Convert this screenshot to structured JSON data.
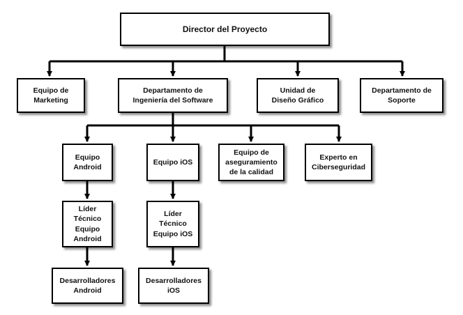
{
  "org_chart": {
    "root": "Director del Proyecto",
    "level1": {
      "marketing": "Equipo de\nMarketing",
      "software": "Departamento de\nIngeniería del Software",
      "design": "Unidad de\nDiseño Gráfico",
      "support": "Departamento de\nSoporte"
    },
    "level2": {
      "android": "Equipo\nAndroid",
      "ios": "Equipo iOS",
      "qa": "Equipo de\naseguramiento\nde la calidad",
      "security": "Experto en\nCiberseguridad"
    },
    "level3": {
      "android_lead": "Líder\nTécnico\nEquipo\nAndroid",
      "ios_lead": "Líder\nTécnico\nEquipo iOS"
    },
    "level4": {
      "android_devs": "Desarrolladores\nAndroid",
      "ios_devs": "Desarrolladores\niOS"
    }
  }
}
